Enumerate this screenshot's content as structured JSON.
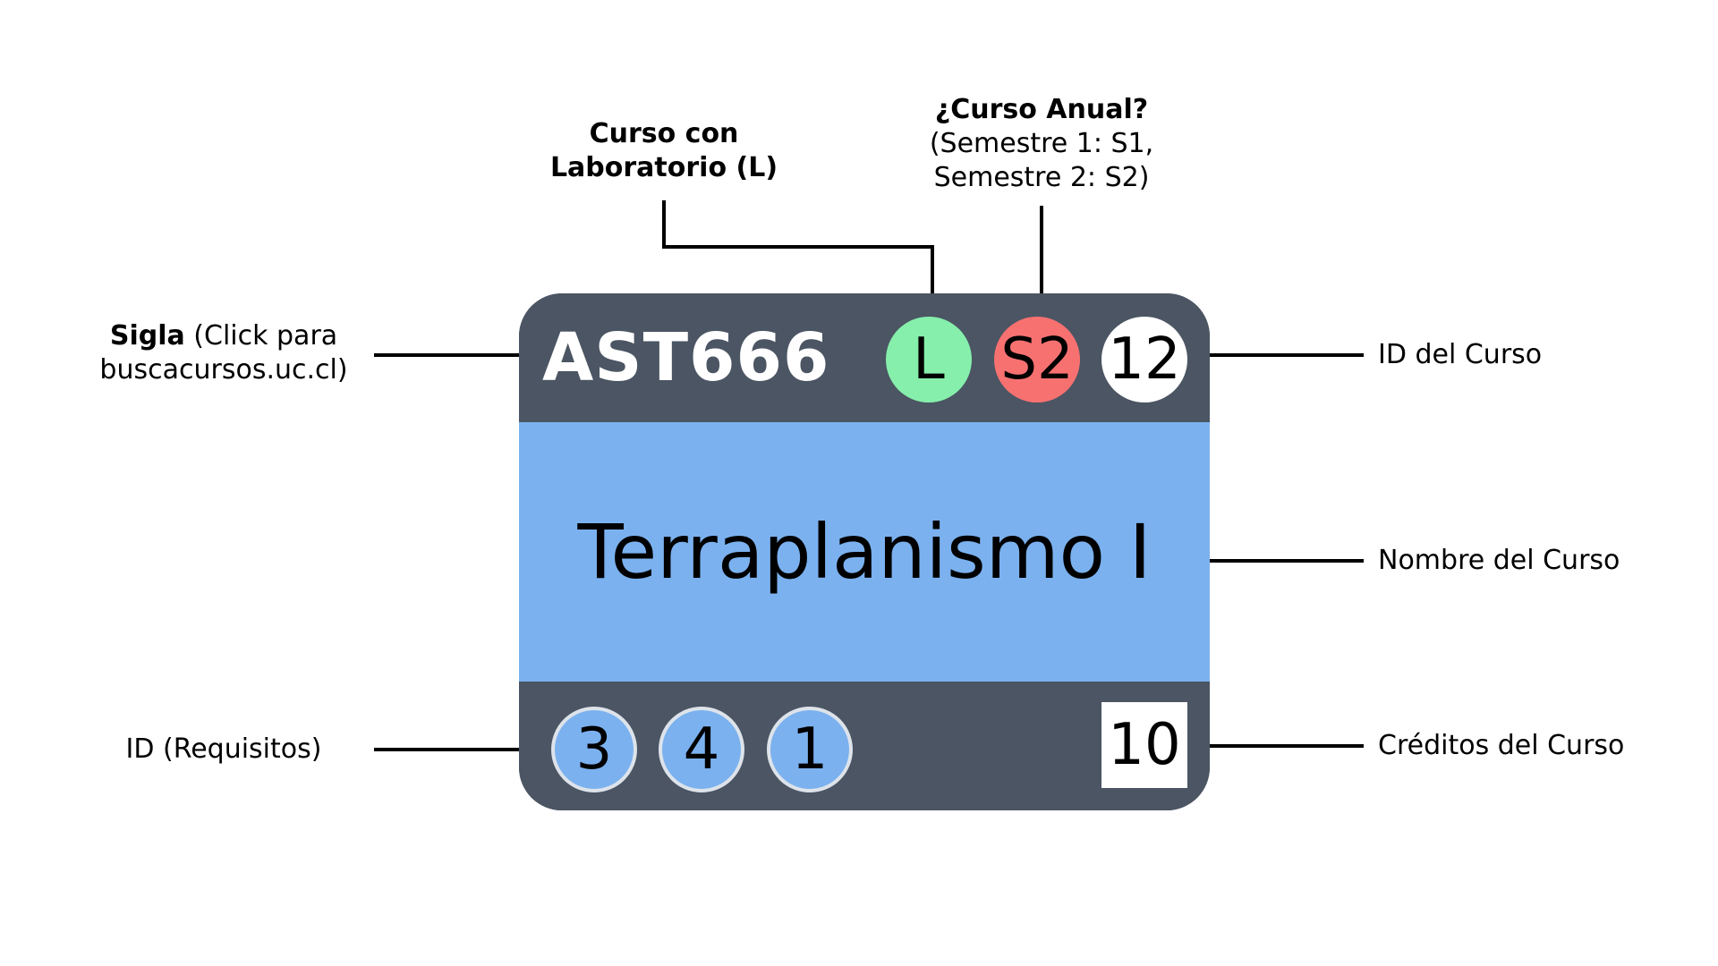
{
  "callouts": {
    "lab": {
      "line1": "Curso con",
      "line2": "Laboratorio (L)"
    },
    "annual": {
      "line1": "¿Curso Anual?",
      "line2": "(Semestre 1: S1,",
      "line3": "Semestre 2: S2)"
    },
    "sigla": {
      "bold": "Sigla",
      "rest": " (Click para",
      "line2": "buscacursos.uc.cl)"
    },
    "course_id": "ID del Curso",
    "course_name": "Nombre del Curso",
    "requirements": "ID (Requisitos)",
    "credits": "Créditos del Curso"
  },
  "card": {
    "sigla": "AST666",
    "lab_badge": "L",
    "semester_badge": "S2",
    "course_id": "12",
    "name": "Terraplanismo I",
    "requirements": [
      "3",
      "4",
      "1"
    ],
    "credits": "10"
  },
  "colors": {
    "card_dark": "#4b5563",
    "card_body": "#7bb1ef",
    "lab_badge": "#86efac",
    "semester_badge": "#f87171",
    "id_badge": "#ffffff",
    "requirement_badge": "#7bb1ef"
  }
}
